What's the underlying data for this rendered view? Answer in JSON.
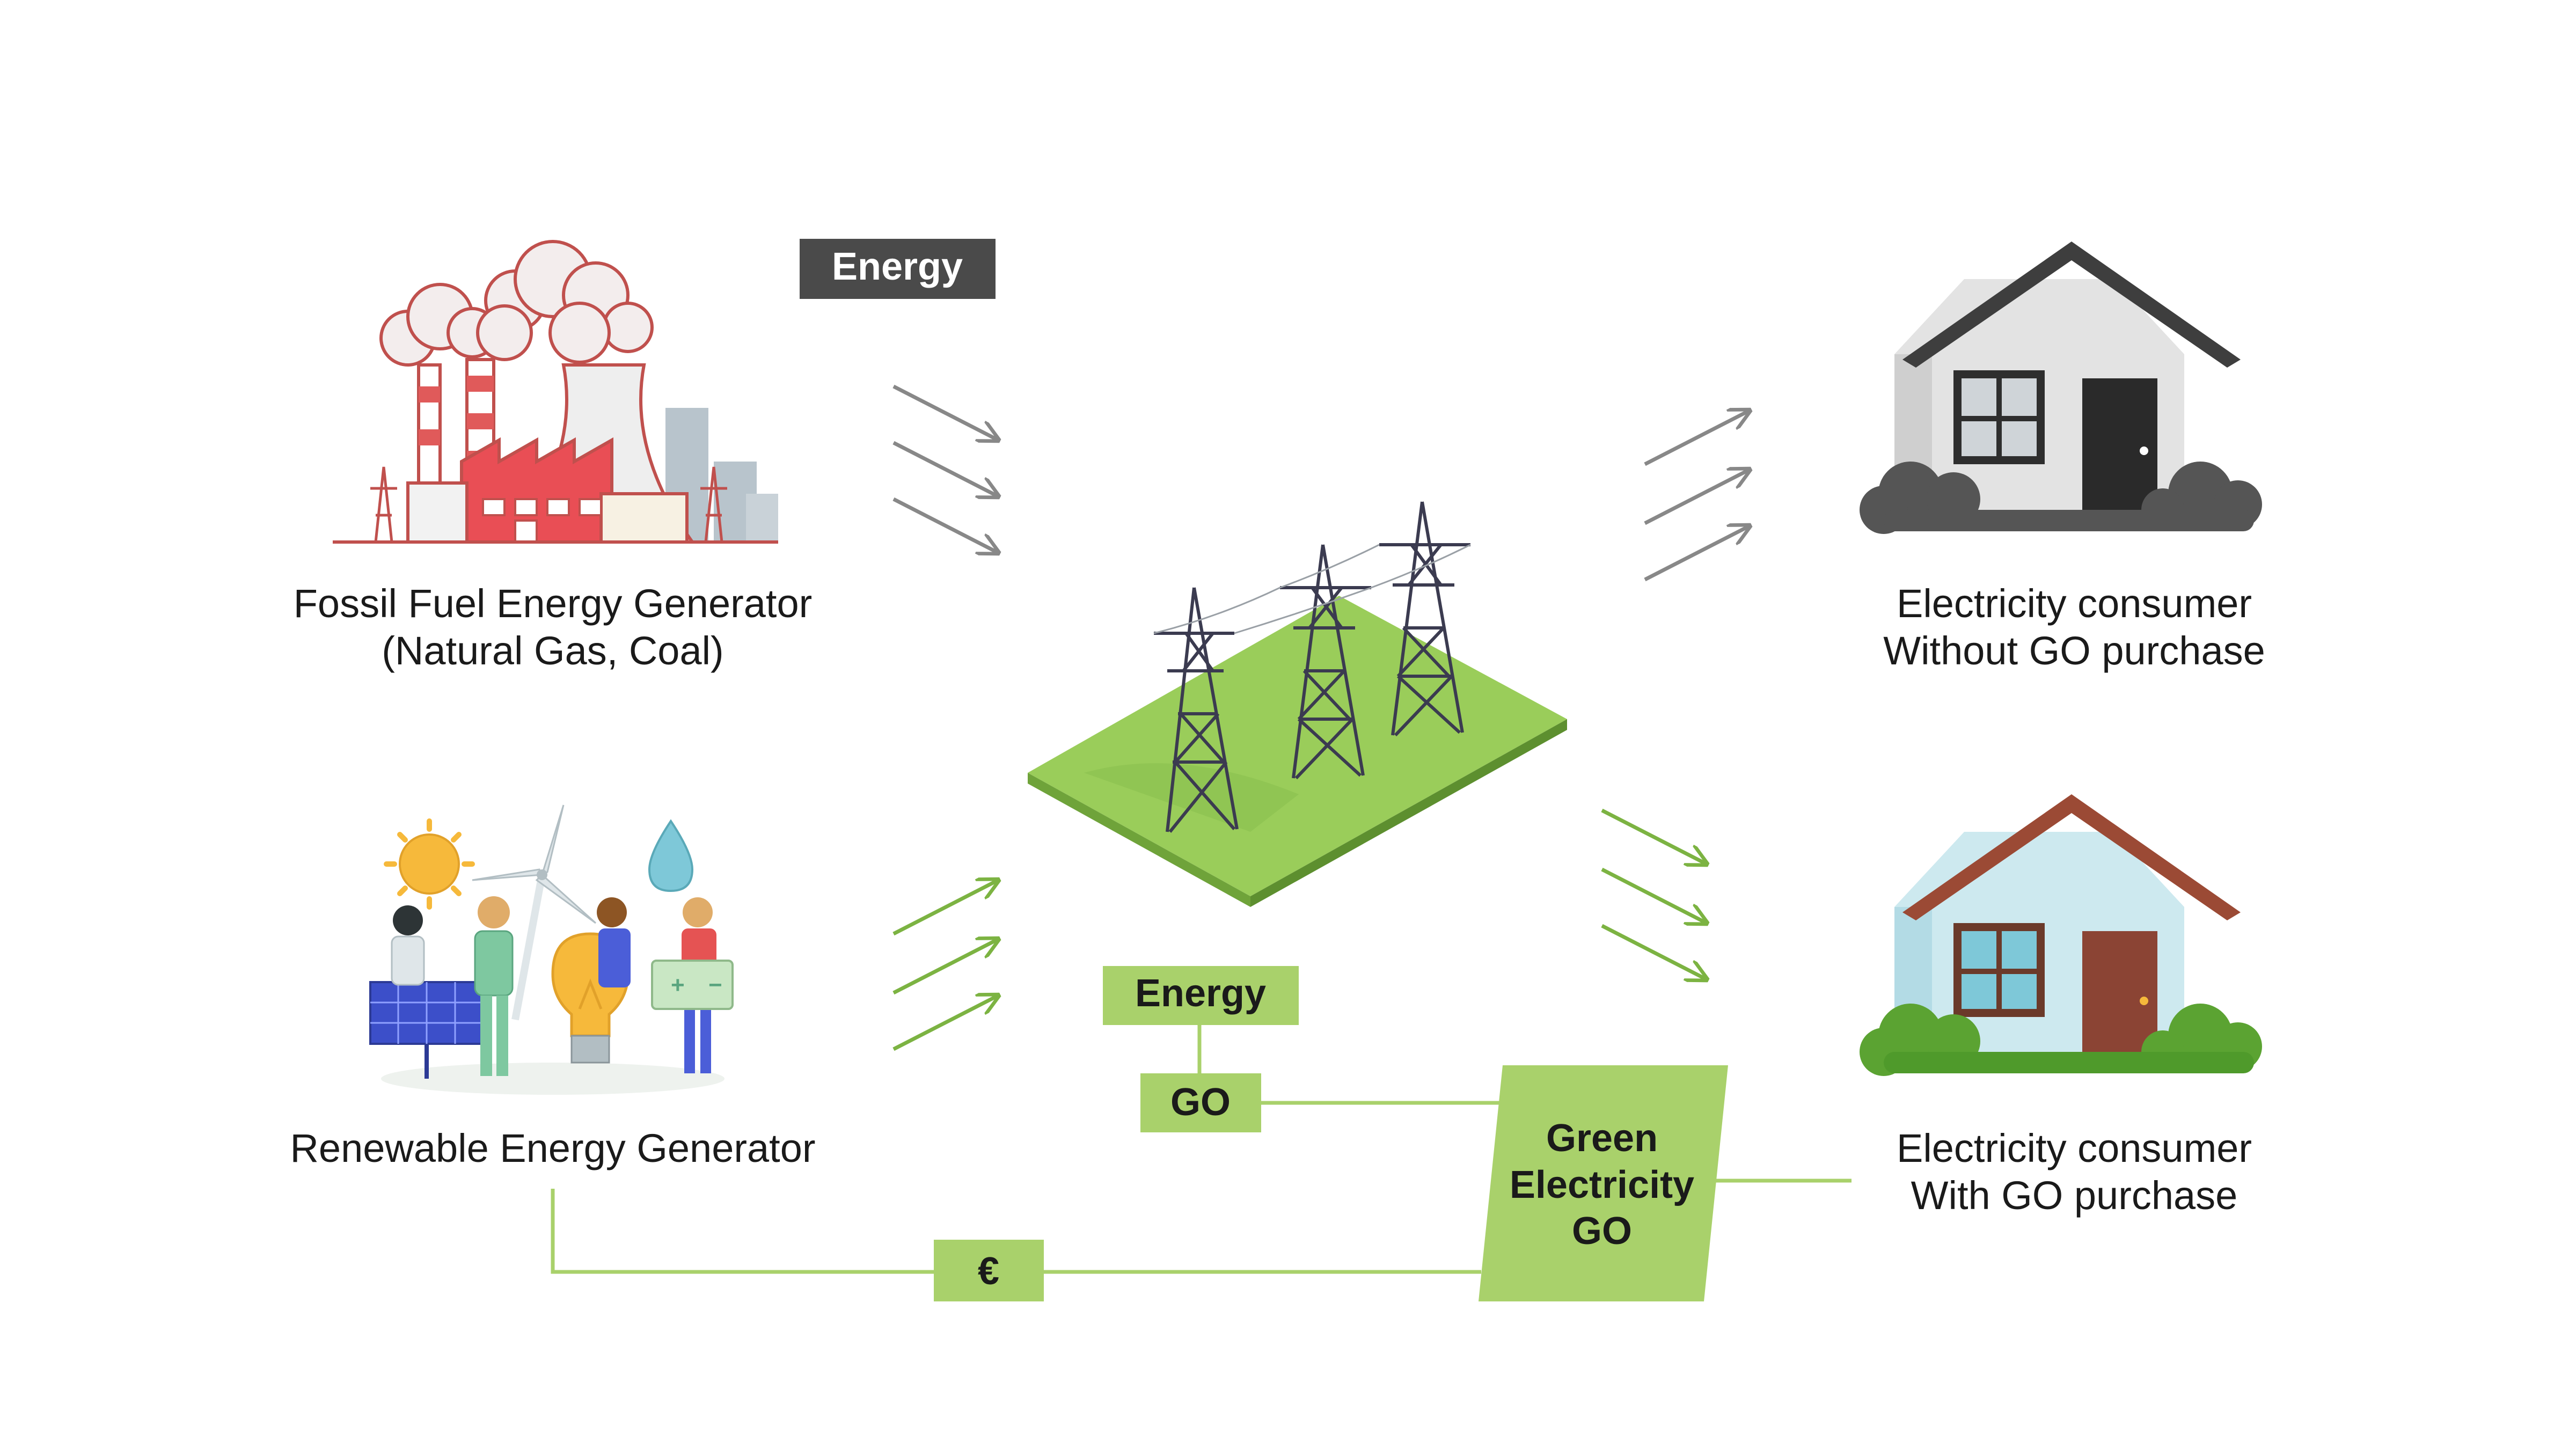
{
  "labels": {
    "fossil_line1": "Fossil Fuel Energy Generator",
    "fossil_line2": "(Natural Gas, Coal)",
    "renewable": "Renewable Energy Generator",
    "consumer_without_line1": "Electricity consumer",
    "consumer_without_line2": "Without GO purchase",
    "consumer_with_line1": "Electricity consumer",
    "consumer_with_line2": "With GO purchase"
  },
  "tags": {
    "energy_top": "Energy",
    "energy_green": "Energy",
    "go": "GO",
    "euro": "€",
    "green_line1": "Green",
    "green_line2": "Electricity",
    "green_line3": "GO"
  },
  "colors": {
    "green": "#a9d16b",
    "green_arrow": "#7cb342",
    "grey_arrow": "#888888",
    "dark_tag": "#4a4a4a"
  },
  "icons": {
    "fossil": "power-plant-icon",
    "renewable": "renewable-people-icon",
    "grid": "power-grid-icon",
    "house_grey": "grey-house-icon",
    "house_color": "colored-house-icon"
  }
}
